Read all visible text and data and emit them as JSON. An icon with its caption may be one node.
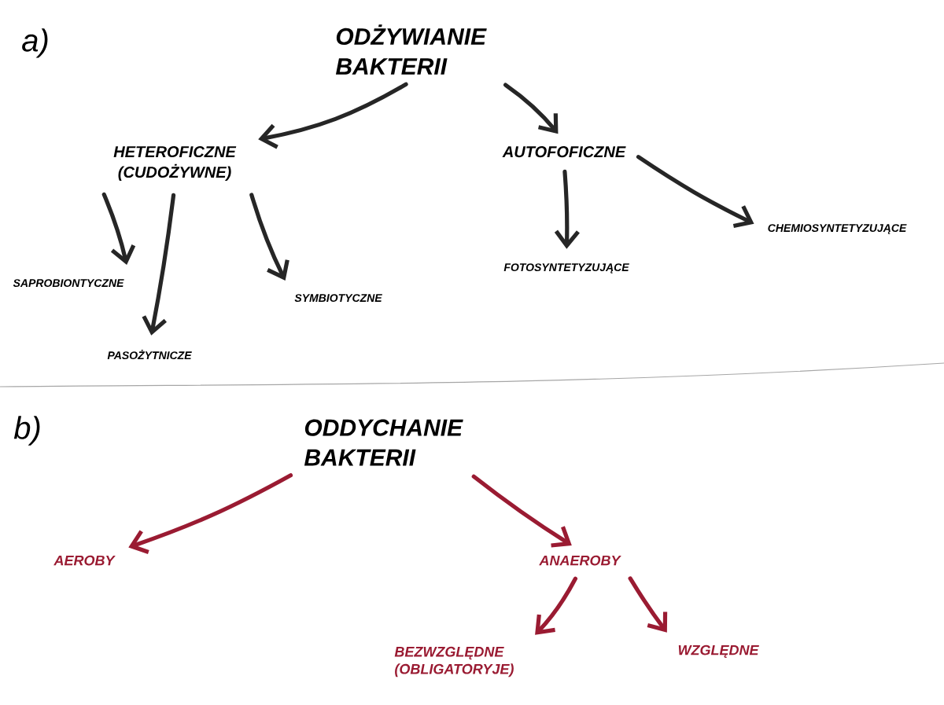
{
  "diagram": {
    "nodes": [
      {
        "text": [
          "ODŻYWIANIE BAKTERII"
        ]
      },
      {
        "text": [
          "HETEROFICZNE (CUDOŻYWNE)"
        ]
      },
      {
        "text": [
          "AUTOFOFICZNE"
        ]
      },
      {
        "text": [
          "SAPROBIONTYCZNE"
        ]
      },
      {
        "text": [
          "PASOŻYTNICZE"
        ]
      },
      {
        "text": [
          "SYMBIOTYCZNE"
        ]
      },
      {
        "text": [
          "FOTOSYNTETYZUJĄCE"
        ]
      },
      {
        "text": [
          "CHEMIOSYNTETYZUJĄCE"
        ]
      },
      {
        "text": [
          "ODDYCHANIE BAKTERII"
        ]
      },
      {
        "text": [
          "AEROBY"
        ]
      },
      {
        "text": [
          "ANAEROBY"
        ]
      },
      {
        "text": [
          "BEZWZGLĘDNE (OBLIGATORYJE)"
        ]
      },
      {
        "text": [
          "WZGLĘDNE"
        ]
      }
    ],
    "edges": [
      {
        "from": 0,
        "to": 1,
        "arrow": "to"
      },
      {
        "from": 0,
        "to": 2,
        "arrow": "to"
      },
      {
        "from": 1,
        "to": 3,
        "arrow": "to"
      },
      {
        "from": 1,
        "to": 4,
        "arrow": "to"
      },
      {
        "from": 1,
        "to": 5,
        "arrow": "to"
      },
      {
        "from": 2,
        "to": 6,
        "arrow": "to"
      },
      {
        "from": 2,
        "to": 7,
        "arrow": "to"
      },
      {
        "from": 8,
        "to": 9,
        "arrow": "to",
        "color": "#9a1b32"
      },
      {
        "from": 8,
        "to": 10,
        "arrow": "to",
        "color": "#9a1b32"
      },
      {
        "from": 10,
        "to": 11,
        "arrow": "to",
        "color": "#9a1b32"
      },
      {
        "from": 10,
        "to": 12,
        "arrow": "to",
        "color": "#9a1b32"
      }
    ],
    "labels": [
      "a)",
      "b)"
    ]
  }
}
